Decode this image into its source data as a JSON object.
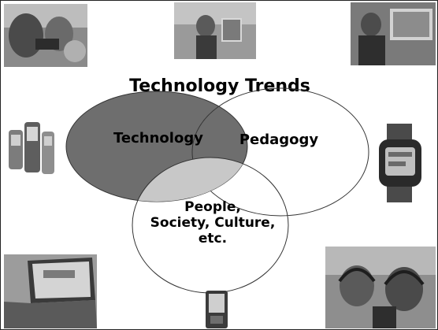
{
  "slide": {
    "title": "Technology Trends"
  },
  "venn": {
    "circles": [
      {
        "label": "Technology",
        "fill": "#6e6e6e"
      },
      {
        "label": "Pedagogy",
        "fill": "#ffffff"
      },
      {
        "label_lines": [
          "People,",
          "Society, Culture,",
          "etc."
        ],
        "fill": "#ffffff"
      }
    ],
    "overlap_fill": "#c8c8c8"
  },
  "photos": [
    {
      "subject": "people-with-devices"
    },
    {
      "subject": "man-with-display"
    },
    {
      "subject": "presenter-at-screen"
    },
    {
      "subject": "mobile-phones"
    },
    {
      "subject": "wrist-watch-device"
    },
    {
      "subject": "laptop"
    },
    {
      "subject": "handheld-device"
    },
    {
      "subject": "students-with-headsets"
    }
  ]
}
